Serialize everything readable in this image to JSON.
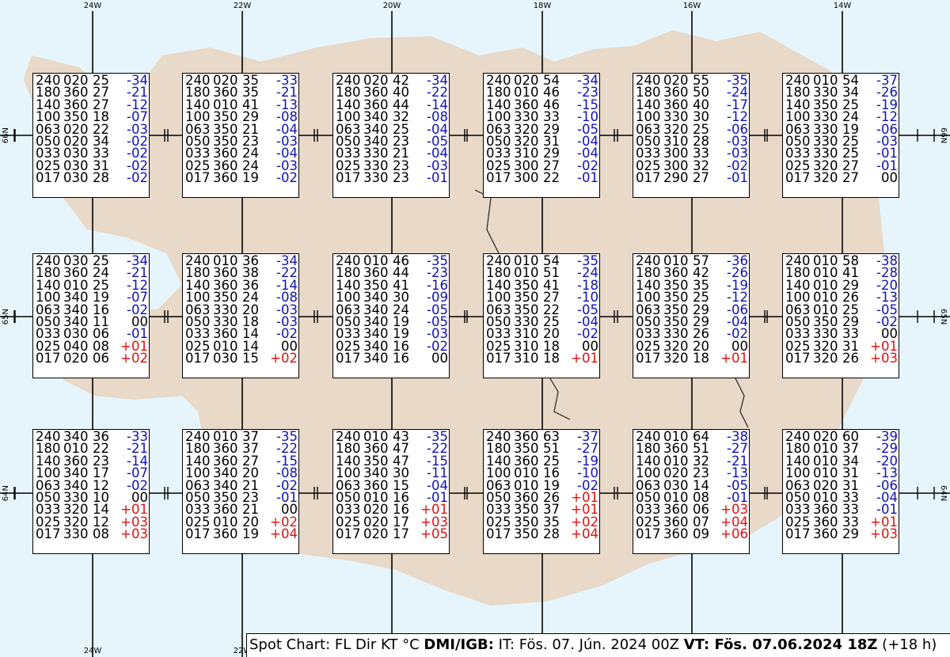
{
  "map": {
    "longitude_labels": [
      "24W",
      "22W",
      "20W",
      "18W",
      "16W",
      "14W"
    ],
    "latitude_labels": [
      "66N",
      "65N",
      "64N"
    ]
  },
  "colors": {
    "ocean": "#e6f5fb",
    "land": "#e8d9c8",
    "negative_temp": "#1212b4",
    "positive_temp": "#e01010"
  },
  "caption": {
    "prefix": "Spot Chart: FL Dir KT °C",
    "source": "DMI/IGB:",
    "issue": "IT: Fös. 07. Jún. 2024 00Z",
    "valid_label": "VT: Fös. 07.06.2024 18Z",
    "valid_suffix": "(+18 h)"
  },
  "spots": [
    [
      {
        "lat": "66N",
        "lon": "24W",
        "rows": [
          [
            "240",
            "020",
            "25",
            "-34"
          ],
          [
            "180",
            "360",
            "27",
            "-21"
          ],
          [
            "140",
            "360",
            "27",
            "-12"
          ],
          [
            "100",
            "350",
            "18",
            "-07"
          ],
          [
            "063",
            "020",
            "22",
            "-03"
          ],
          [
            "050",
            "020",
            "34",
            "-02"
          ],
          [
            "033",
            "030",
            "33",
            "-02"
          ],
          [
            "025",
            "030",
            "31",
            "-02"
          ],
          [
            "017",
            "030",
            "28",
            "-02"
          ]
        ]
      },
      {
        "lat": "66N",
        "lon": "22W",
        "rows": [
          [
            "240",
            "020",
            "35",
            "-33"
          ],
          [
            "180",
            "360",
            "35",
            "-21"
          ],
          [
            "140",
            "010",
            "41",
            "-13"
          ],
          [
            "100",
            "350",
            "29",
            "-08"
          ],
          [
            "063",
            "350",
            "21",
            "-04"
          ],
          [
            "050",
            "350",
            "23",
            "-03"
          ],
          [
            "033",
            "360",
            "24",
            "-04"
          ],
          [
            "025",
            "360",
            "24",
            "-03"
          ],
          [
            "017",
            "360",
            "19",
            "-02"
          ]
        ]
      },
      {
        "lat": "66N",
        "lon": "20W",
        "rows": [
          [
            "240",
            "020",
            "42",
            "-34"
          ],
          [
            "180",
            "360",
            "40",
            "-22"
          ],
          [
            "140",
            "360",
            "44",
            "-14"
          ],
          [
            "100",
            "340",
            "32",
            "-08"
          ],
          [
            "063",
            "340",
            "25",
            "-04"
          ],
          [
            "050",
            "340",
            "23",
            "-05"
          ],
          [
            "033",
            "330",
            "21",
            "-04"
          ],
          [
            "025",
            "330",
            "23",
            "-03"
          ],
          [
            "017",
            "330",
            "23",
            "-01"
          ]
        ]
      },
      {
        "lat": "66N",
        "lon": "18W",
        "rows": [
          [
            "240",
            "020",
            "54",
            "-34"
          ],
          [
            "180",
            "010",
            "46",
            "-23"
          ],
          [
            "140",
            "360",
            "46",
            "-15"
          ],
          [
            "100",
            "330",
            "33",
            "-10"
          ],
          [
            "063",
            "320",
            "29",
            "-05"
          ],
          [
            "050",
            "320",
            "31",
            "-04"
          ],
          [
            "033",
            "310",
            "29",
            "-04"
          ],
          [
            "025",
            "300",
            "27",
            "-02"
          ],
          [
            "017",
            "300",
            "22",
            "-01"
          ]
        ]
      },
      {
        "lat": "66N",
        "lon": "16W",
        "rows": [
          [
            "240",
            "020",
            "55",
            "-35"
          ],
          [
            "180",
            "360",
            "50",
            "-24"
          ],
          [
            "140",
            "360",
            "40",
            "-17"
          ],
          [
            "100",
            "330",
            "30",
            "-12"
          ],
          [
            "063",
            "320",
            "25",
            "-06"
          ],
          [
            "050",
            "310",
            "28",
            "-03"
          ],
          [
            "033",
            "300",
            "33",
            "-03"
          ],
          [
            "025",
            "300",
            "32",
            "-02"
          ],
          [
            "017",
            "290",
            "27",
            "-01"
          ]
        ]
      },
      {
        "lat": "66N",
        "lon": "14W",
        "rows": [
          [
            "240",
            "010",
            "54",
            "-37"
          ],
          [
            "180",
            "330",
            "34",
            "-26"
          ],
          [
            "140",
            "350",
            "25",
            "-19"
          ],
          [
            "100",
            "330",
            "24",
            "-12"
          ],
          [
            "063",
            "330",
            "19",
            "-06"
          ],
          [
            "050",
            "330",
            "25",
            "-03"
          ],
          [
            "033",
            "330",
            "25",
            "-01"
          ],
          [
            "025",
            "320",
            "27",
            "-01"
          ],
          [
            "017",
            "320",
            "27",
            "00"
          ]
        ]
      }
    ],
    [
      {
        "lat": "65N",
        "lon": "24W",
        "rows": [
          [
            "240",
            "030",
            "25",
            "-34"
          ],
          [
            "180",
            "360",
            "24",
            "-21"
          ],
          [
            "140",
            "010",
            "25",
            "-12"
          ],
          [
            "100",
            "340",
            "19",
            "-07"
          ],
          [
            "063",
            "340",
            "16",
            "-02"
          ],
          [
            "050",
            "340",
            "11",
            "00"
          ],
          [
            "033",
            "030",
            "06",
            "-01"
          ],
          [
            "025",
            "040",
            "08",
            "+01"
          ],
          [
            "017",
            "020",
            "06",
            "+02"
          ]
        ]
      },
      {
        "lat": "65N",
        "lon": "22W",
        "rows": [
          [
            "240",
            "010",
            "36",
            "-34"
          ],
          [
            "180",
            "360",
            "38",
            "-22"
          ],
          [
            "140",
            "360",
            "36",
            "-14"
          ],
          [
            "100",
            "350",
            "24",
            "-08"
          ],
          [
            "063",
            "330",
            "20",
            "-03"
          ],
          [
            "050",
            "330",
            "18",
            "-03"
          ],
          [
            "033",
            "360",
            "14",
            "-02"
          ],
          [
            "025",
            "010",
            "14",
            "00"
          ],
          [
            "017",
            "030",
            "15",
            "+02"
          ]
        ]
      },
      {
        "lat": "65N",
        "lon": "20W",
        "rows": [
          [
            "240",
            "010",
            "46",
            "-35"
          ],
          [
            "180",
            "360",
            "44",
            "-23"
          ],
          [
            "140",
            "350",
            "41",
            "-16"
          ],
          [
            "100",
            "340",
            "30",
            "-09"
          ],
          [
            "063",
            "340",
            "24",
            "-05"
          ],
          [
            "050",
            "340",
            "19",
            "-05"
          ],
          [
            "033",
            "340",
            "19",
            "-03"
          ],
          [
            "025",
            "340",
            "16",
            "-02"
          ],
          [
            "017",
            "340",
            "16",
            "00"
          ]
        ]
      },
      {
        "lat": "65N",
        "lon": "18W",
        "rows": [
          [
            "240",
            "010",
            "54",
            "-35"
          ],
          [
            "180",
            "010",
            "51",
            "-24"
          ],
          [
            "140",
            "350",
            "41",
            "-18"
          ],
          [
            "100",
            "350",
            "27",
            "-10"
          ],
          [
            "063",
            "350",
            "22",
            "-05"
          ],
          [
            "050",
            "330",
            "25",
            "-04"
          ],
          [
            "033",
            "310",
            "20",
            "-02"
          ],
          [
            "025",
            "310",
            "18",
            "00"
          ],
          [
            "017",
            "310",
            "18",
            "+01"
          ]
        ]
      },
      {
        "lat": "65N",
        "lon": "16W",
        "rows": [
          [
            "240",
            "010",
            "57",
            "-36"
          ],
          [
            "180",
            "360",
            "42",
            "-26"
          ],
          [
            "140",
            "350",
            "35",
            "-19"
          ],
          [
            "100",
            "350",
            "25",
            "-12"
          ],
          [
            "063",
            "350",
            "29",
            "-06"
          ],
          [
            "050",
            "350",
            "29",
            "-04"
          ],
          [
            "033",
            "330",
            "26",
            "-02"
          ],
          [
            "025",
            "320",
            "20",
            "00"
          ],
          [
            "017",
            "320",
            "18",
            "+01"
          ]
        ]
      },
      {
        "lat": "65N",
        "lon": "14W",
        "rows": [
          [
            "240",
            "010",
            "58",
            "-38"
          ],
          [
            "180",
            "010",
            "41",
            "-28"
          ],
          [
            "140",
            "010",
            "29",
            "-20"
          ],
          [
            "100",
            "010",
            "26",
            "-13"
          ],
          [
            "063",
            "010",
            "25",
            "-05"
          ],
          [
            "050",
            "350",
            "29",
            "-02"
          ],
          [
            "033",
            "330",
            "33",
            "00"
          ],
          [
            "025",
            "320",
            "31",
            "+01"
          ],
          [
            "017",
            "320",
            "26",
            "+03"
          ]
        ]
      }
    ],
    [
      {
        "lat": "64N",
        "lon": "24W",
        "rows": [
          [
            "240",
            "340",
            "36",
            "-33"
          ],
          [
            "180",
            "010",
            "22",
            "-21"
          ],
          [
            "140",
            "360",
            "23",
            "-14"
          ],
          [
            "100",
            "340",
            "17",
            "-07"
          ],
          [
            "063",
            "340",
            "12",
            "-02"
          ],
          [
            "050",
            "330",
            "10",
            "00"
          ],
          [
            "033",
            "320",
            "14",
            "+01"
          ],
          [
            "025",
            "320",
            "12",
            "+03"
          ],
          [
            "017",
            "330",
            "08",
            "+03"
          ]
        ]
      },
      {
        "lat": "64N",
        "lon": "22W",
        "rows": [
          [
            "240",
            "010",
            "37",
            "-35"
          ],
          [
            "180",
            "360",
            "37",
            "-22"
          ],
          [
            "140",
            "360",
            "27",
            "-15"
          ],
          [
            "100",
            "340",
            "20",
            "-08"
          ],
          [
            "063",
            "340",
            "21",
            "-02"
          ],
          [
            "050",
            "350",
            "23",
            "-01"
          ],
          [
            "033",
            "360",
            "21",
            "00"
          ],
          [
            "025",
            "010",
            "20",
            "+02"
          ],
          [
            "017",
            "360",
            "19",
            "+04"
          ]
        ]
      },
      {
        "lat": "64N",
        "lon": "20W",
        "rows": [
          [
            "240",
            "010",
            "43",
            "-35"
          ],
          [
            "180",
            "360",
            "47",
            "-22"
          ],
          [
            "140",
            "350",
            "47",
            "-15"
          ],
          [
            "100",
            "340",
            "30",
            "-11"
          ],
          [
            "063",
            "360",
            "15",
            "-04"
          ],
          [
            "050",
            "010",
            "16",
            "-01"
          ],
          [
            "033",
            "020",
            "16",
            "+01"
          ],
          [
            "025",
            "020",
            "17",
            "+03"
          ],
          [
            "017",
            "020",
            "17",
            "+05"
          ]
        ]
      },
      {
        "lat": "64N",
        "lon": "18W",
        "rows": [
          [
            "240",
            "360",
            "63",
            "-37"
          ],
          [
            "180",
            "350",
            "51",
            "-27"
          ],
          [
            "140",
            "360",
            "25",
            "-19"
          ],
          [
            "100",
            "010",
            "16",
            "-10"
          ],
          [
            "063",
            "010",
            "19",
            "-02"
          ],
          [
            "050",
            "360",
            "26",
            "+01"
          ],
          [
            "033",
            "350",
            "37",
            "+01"
          ],
          [
            "025",
            "350",
            "35",
            "+02"
          ],
          [
            "017",
            "350",
            "28",
            "+04"
          ]
        ]
      },
      {
        "lat": "64N",
        "lon": "16W",
        "rows": [
          [
            "240",
            "010",
            "64",
            "-38"
          ],
          [
            "180",
            "360",
            "51",
            "-27"
          ],
          [
            "140",
            "010",
            "32",
            "-21"
          ],
          [
            "100",
            "020",
            "23",
            "-13"
          ],
          [
            "063",
            "030",
            "14",
            "-05"
          ],
          [
            "050",
            "010",
            "08",
            "-01"
          ],
          [
            "033",
            "360",
            "06",
            "+03"
          ],
          [
            "025",
            "360",
            "07",
            "+04"
          ],
          [
            "017",
            "360",
            "09",
            "+06"
          ]
        ]
      },
      {
        "lat": "64N",
        "lon": "14W",
        "rows": [
          [
            "240",
            "020",
            "60",
            "-39"
          ],
          [
            "180",
            "010",
            "37",
            "-29"
          ],
          [
            "140",
            "010",
            "34",
            "-20"
          ],
          [
            "100",
            "010",
            "31",
            "-13"
          ],
          [
            "063",
            "020",
            "31",
            "-06"
          ],
          [
            "050",
            "010",
            "33",
            "-04"
          ],
          [
            "033",
            "360",
            "33",
            "-01"
          ],
          [
            "025",
            "360",
            "33",
            "+01"
          ],
          [
            "017",
            "360",
            "29",
            "+03"
          ]
        ]
      }
    ]
  ]
}
